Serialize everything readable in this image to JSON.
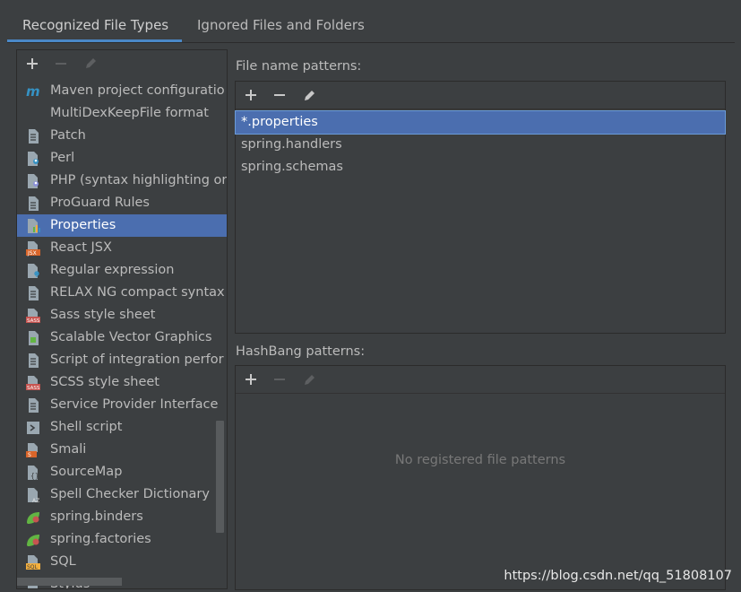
{
  "tabs": [
    {
      "label": "Recognized File Types",
      "active": true
    },
    {
      "label": "Ignored Files and Folders",
      "active": false
    }
  ],
  "file_types": {
    "items": [
      {
        "label": "Maven project configuratio",
        "icon": "maven-icon"
      },
      {
        "label": "MultiDexKeepFile format",
        "icon": ""
      },
      {
        "label": "Patch",
        "icon": "patch-file-icon"
      },
      {
        "label": "Perl",
        "icon": "perl-file-icon"
      },
      {
        "label": "PHP (syntax highlighting or",
        "icon": "php-file-icon"
      },
      {
        "label": "ProGuard Rules",
        "icon": "proguard-file-icon"
      },
      {
        "label": "Properties",
        "icon": "properties-file-icon",
        "selected": true
      },
      {
        "label": "React JSX",
        "icon": "jsx-file-icon"
      },
      {
        "label": "Regular expression",
        "icon": "regex-file-icon"
      },
      {
        "label": "RELAX NG compact syntax",
        "icon": "relaxng-file-icon"
      },
      {
        "label": "Sass style sheet",
        "icon": "sass-file-icon"
      },
      {
        "label": "Scalable Vector Graphics",
        "icon": "svg-file-icon"
      },
      {
        "label": "Script of integration perfor",
        "icon": "script-file-icon"
      },
      {
        "label": "SCSS style sheet",
        "icon": "scss-file-icon"
      },
      {
        "label": "Service Provider Interface",
        "icon": "spi-file-icon"
      },
      {
        "label": "Shell script",
        "icon": "shell-script-icon"
      },
      {
        "label": "Smali",
        "icon": "smali-file-icon"
      },
      {
        "label": "SourceMap",
        "icon": "sourcemap-file-icon"
      },
      {
        "label": "Spell Checker Dictionary",
        "icon": "dictionary-file-icon"
      },
      {
        "label": "spring.binders",
        "icon": "spring-leaf-icon"
      },
      {
        "label": "spring.factories",
        "icon": "spring-leaf-icon"
      },
      {
        "label": "SQL",
        "icon": "sql-file-icon"
      },
      {
        "label": "Stylus",
        "icon": "stylus-file-icon"
      }
    ]
  },
  "file_name_patterns": {
    "label": "File name patterns:",
    "items": [
      {
        "label": "*.properties",
        "selected": true
      },
      {
        "label": "spring.handlers"
      },
      {
        "label": "spring.schemas"
      }
    ]
  },
  "hashbang_patterns": {
    "label": "HashBang patterns:",
    "empty_text": "No registered file patterns"
  },
  "watermark": "https://blog.csdn.net/qq_51808107",
  "colors": {
    "background": "#3c3f41",
    "selection": "#4b6eaf",
    "tab_underline": "#4a88c7"
  }
}
